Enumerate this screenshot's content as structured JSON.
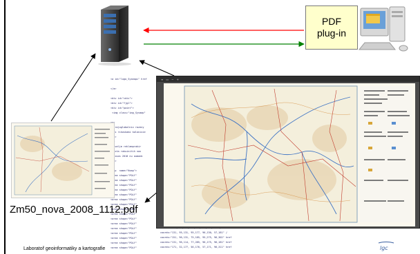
{
  "plugin": {
    "line1": "PDF",
    "line2": "plug-in"
  },
  "file": {
    "name": "Zm50_nova_2008_1112.pdf"
  },
  "footer": {
    "text": "Laboratoř geoinformatiky a kartografie"
  },
  "colors": {
    "request_arrow": "#ff0000",
    "response_arrow": "#008000",
    "plugin_bg": "#ffffcc"
  },
  "icons": [
    "server-tower-icon",
    "computer-workstation-icon",
    "pdf-viewer-window",
    "map-thumbnail",
    "lab-logo-icon"
  ]
}
